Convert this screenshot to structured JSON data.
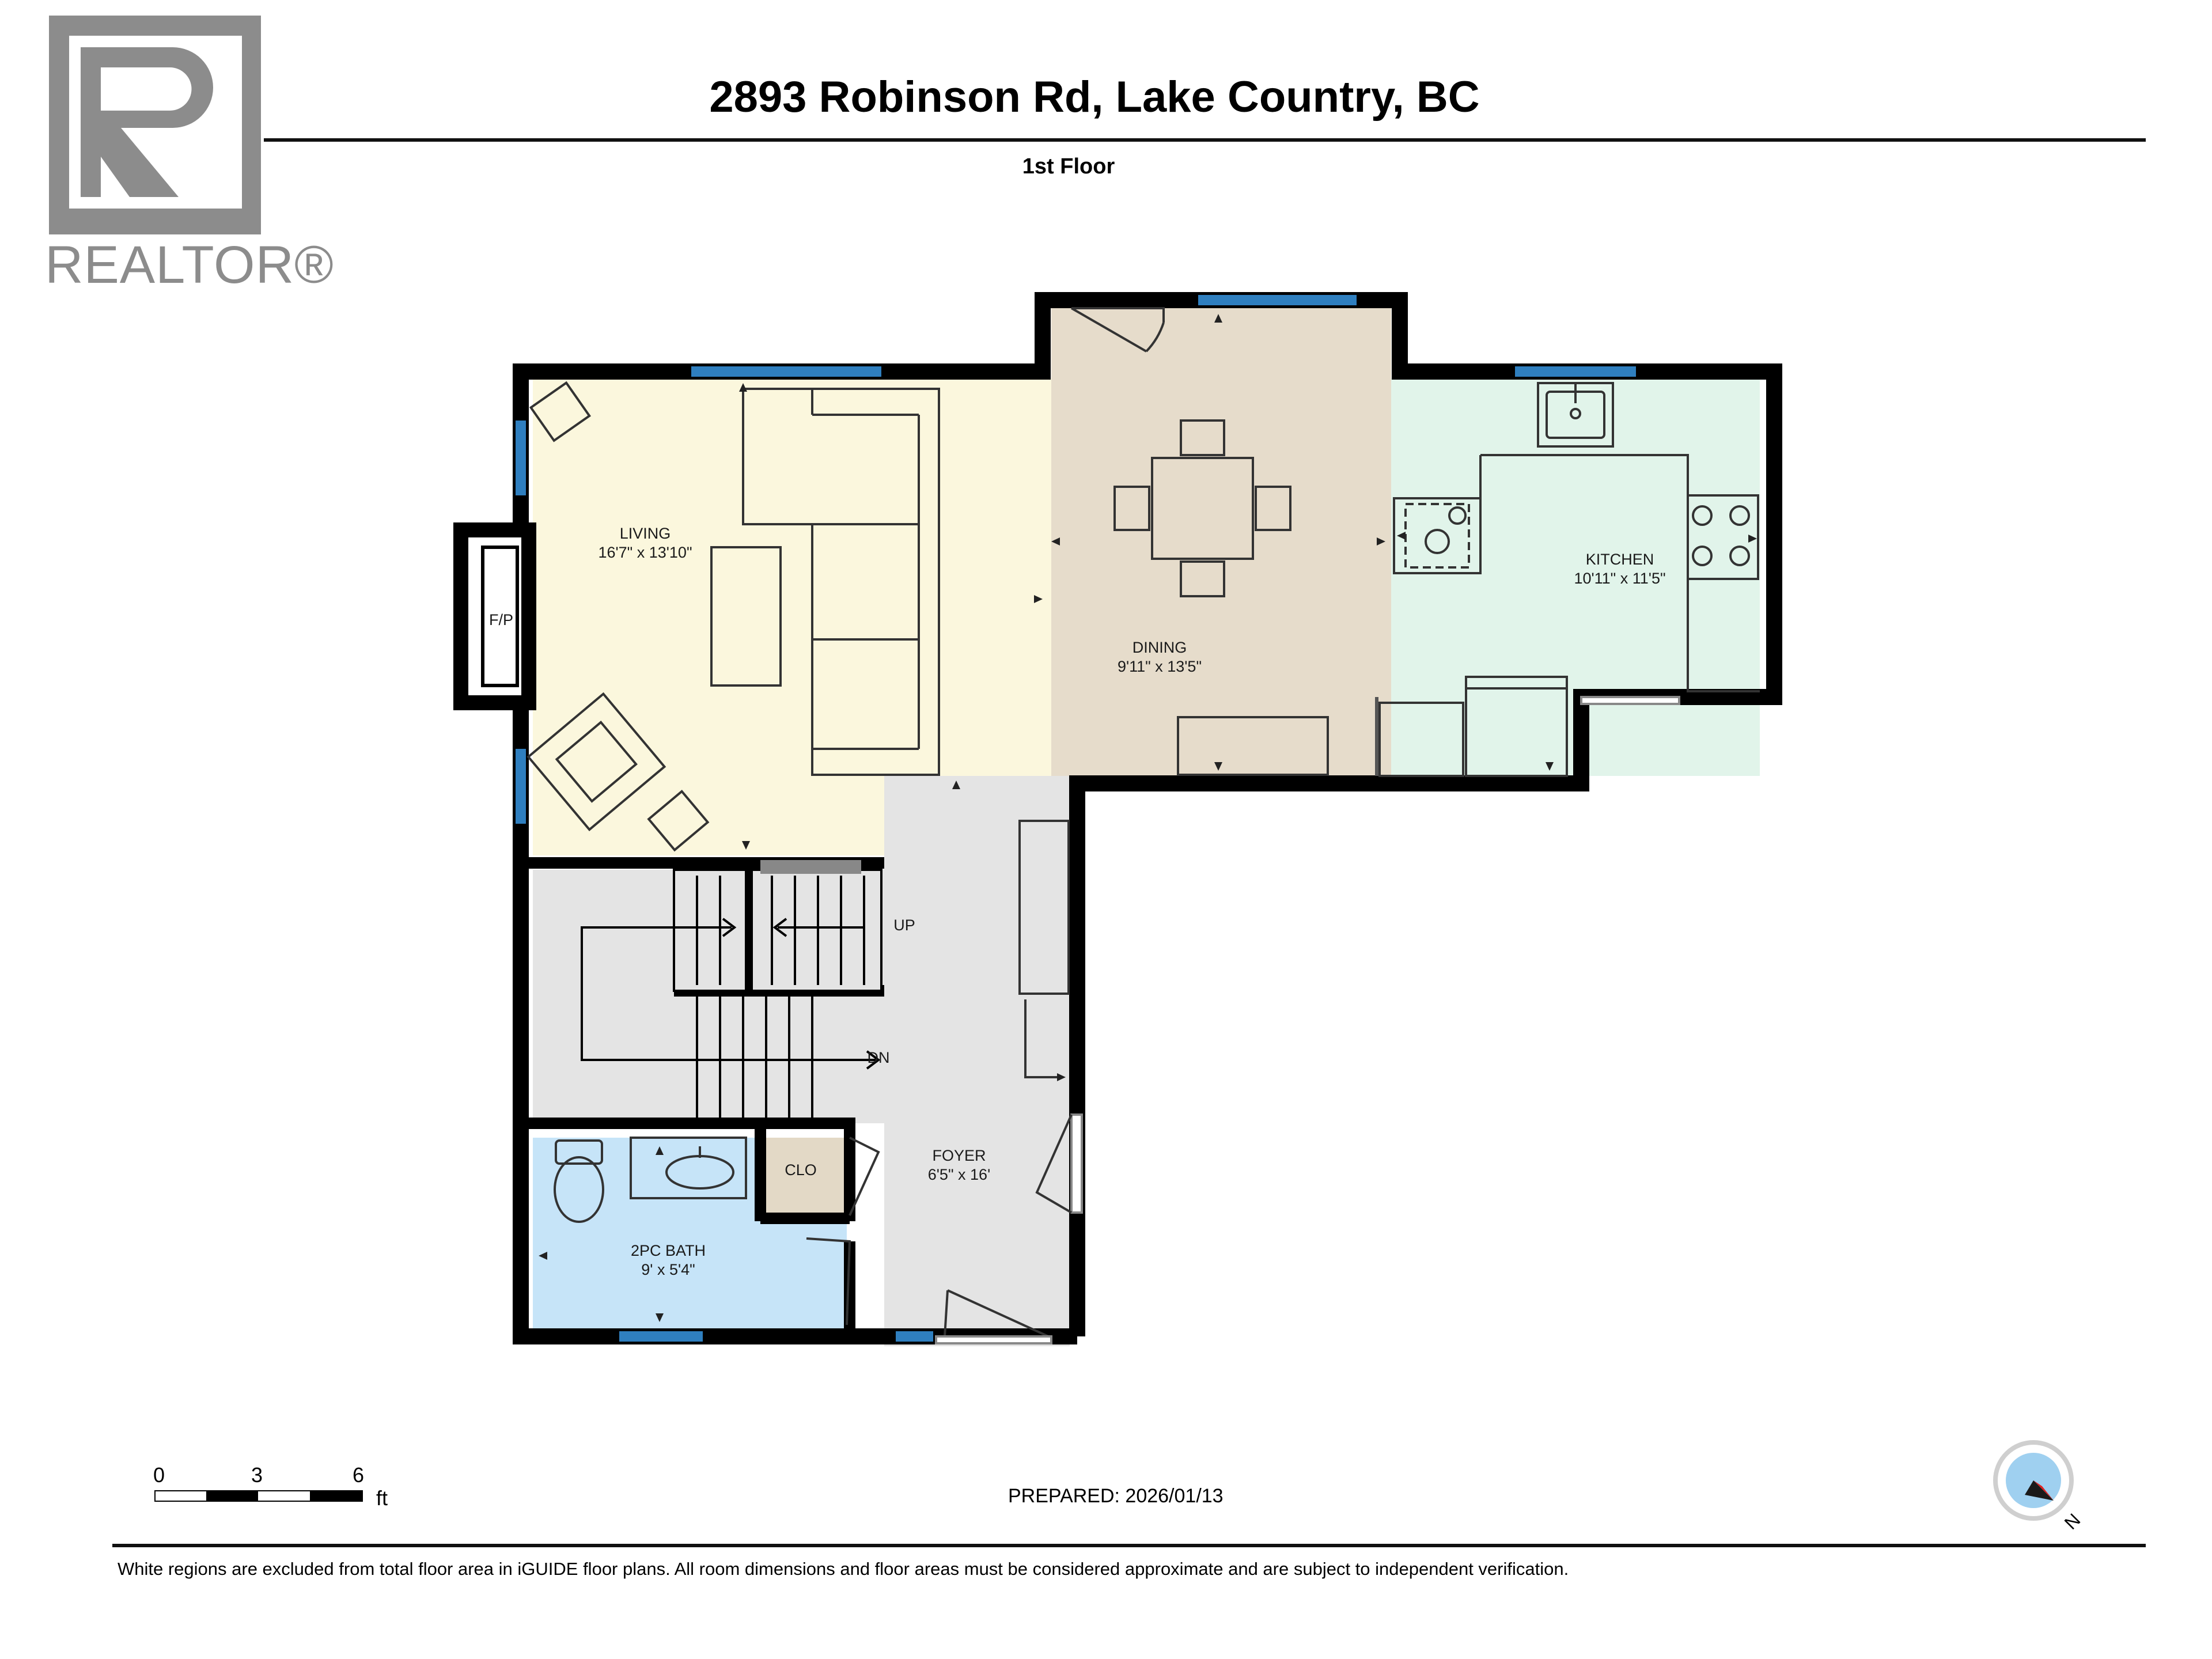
{
  "header": {
    "address": "2893 Robinson Rd, Lake Country, BC",
    "floor": "1st Floor"
  },
  "logo": {
    "wordmark": "REALTOR®",
    "letter": "R"
  },
  "rooms": {
    "living": {
      "name": "LIVING",
      "dims": "16'7\" x 13'10\""
    },
    "dining": {
      "name": "DINING",
      "dims": "9'11\" x 13'5\""
    },
    "kitchen": {
      "name": "KITCHEN",
      "dims": "10'11\" x 11'5\""
    },
    "foyer": {
      "name": "FOYER",
      "dims": "6'5\" x 16'"
    },
    "bath": {
      "name": "2PC BATH",
      "dims": "9' x 5'4\""
    },
    "closet": {
      "name": "CLO"
    },
    "fireplace": {
      "name": "F/P"
    },
    "stairs_up": {
      "name": "UP"
    },
    "stairs_down": {
      "name": "DN"
    }
  },
  "scale": {
    "ticks": [
      "0",
      "3",
      "6"
    ],
    "unit": "ft"
  },
  "footer": {
    "prepared": "PREPARED: 2026/01/13",
    "disclaimer": "White regions are excluded from total floor area in iGUIDE floor plans. All room dimensions and floor areas must be considered approximate and are subject to independent verification."
  },
  "compass": {
    "label": "N"
  },
  "colors": {
    "living": "#fbf7dd",
    "dining": "#e6dccb",
    "kitchen": "#e1f4ea",
    "foyer": "#e4e4e4",
    "bath": "#c6e4f8",
    "closet": "#e3d9c6",
    "wall": "#000000",
    "window": "#2f7fbf",
    "logo": "#8c8c8c"
  }
}
